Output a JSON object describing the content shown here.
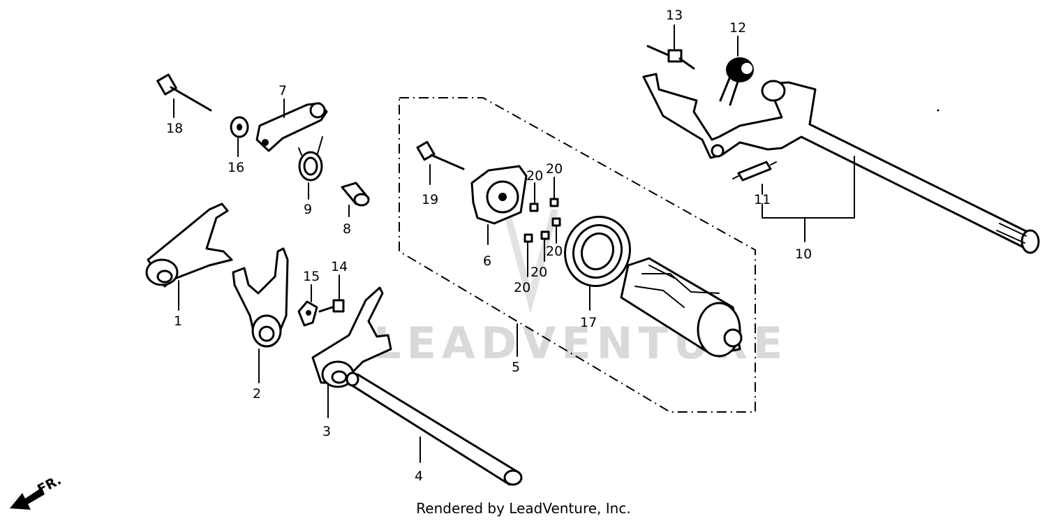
{
  "diagram": {
    "watermark": "LEADVENTURE",
    "front_arrow_label": "FR.",
    "footer": "Rendered by LeadVenture, Inc.",
    "callouts": {
      "c1": "1",
      "c2": "2",
      "c3": "3",
      "c4": "4",
      "c5": "5",
      "c6": "6",
      "c7": "7",
      "c8": "8",
      "c9": "9",
      "c10": "10",
      "c11": "11",
      "c12": "12",
      "c13": "13",
      "c14": "14",
      "c15": "15",
      "c16": "16",
      "c17": "17",
      "c18": "18",
      "c19": "19",
      "c20a": "20",
      "c20b": "20",
      "c20c": "20",
      "c20d": "20",
      "c20e": "20"
    }
  }
}
